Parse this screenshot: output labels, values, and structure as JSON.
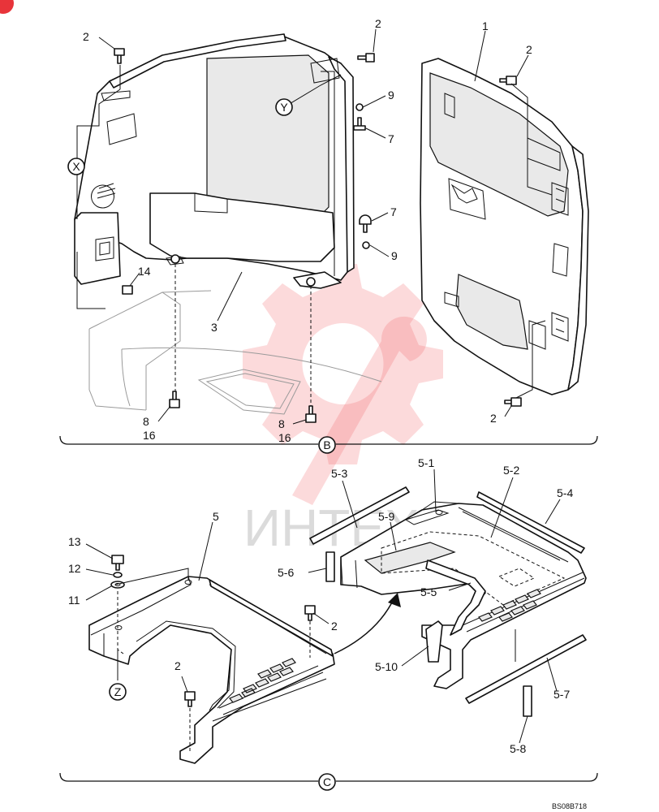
{
  "watermark": {
    "text": "ИНТЕХ",
    "color": "#f0585c"
  },
  "figure_code": "BS08B718",
  "section_markers": [
    {
      "id": "view-b",
      "label": "B"
    },
    {
      "id": "view-c",
      "label": "C"
    }
  ],
  "detail_markers": [
    {
      "id": "x",
      "label": "X"
    },
    {
      "id": "y",
      "label": "Y"
    },
    {
      "id": "z",
      "label": "Z"
    }
  ],
  "callouts_upper": [
    "2",
    "2",
    "2",
    "1",
    "2",
    "9",
    "7",
    "7",
    "9",
    "14",
    "3",
    "8",
    "16",
    "8",
    "16",
    "2"
  ],
  "callouts_lower": [
    "5-3",
    "5-1",
    "5-2",
    "5-4",
    "5",
    "5-9",
    "5-6",
    "5-5",
    "13",
    "12",
    "11",
    "2",
    "2",
    "5-10",
    "5-7",
    "5-8"
  ]
}
